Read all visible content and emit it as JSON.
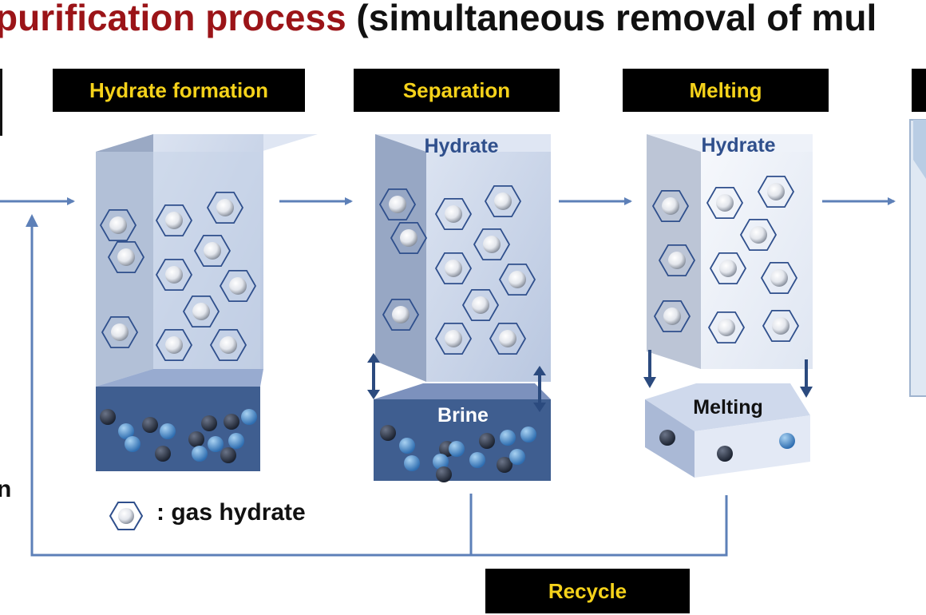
{
  "title": {
    "part1": "purification process",
    "part2": " (simultaneous removal of mul"
  },
  "steps": {
    "hydrate_formation": "Hydrate formation",
    "separation": "Separation",
    "melting": "Melting"
  },
  "blocks": {
    "separation_top": "Hydrate",
    "separation_bottom": "Brine",
    "melting_top": "Hydrate",
    "melting_bottom": "Melting"
  },
  "legend": {
    "text": ": gas hydrate",
    "icon": "gas-hydrate-icon"
  },
  "recycle": "Recycle",
  "side_text": "n",
  "colors": {
    "title_accent": "#9b1418",
    "label_bg": "#000000",
    "label_text": "#f5d21a",
    "flow_line": "#5d80b8",
    "brine": "#3f5e90",
    "hydrate_block": "#c9d6ec"
  }
}
